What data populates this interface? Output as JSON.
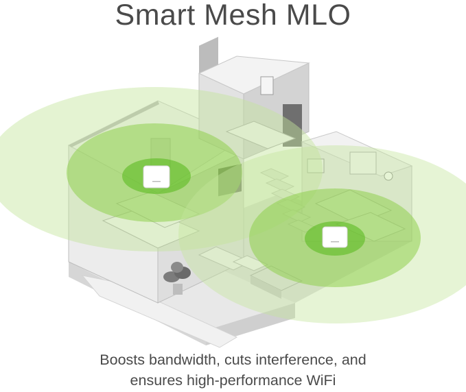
{
  "header": {
    "title": "Smart Mesh MLO"
  },
  "footer": {
    "line1": "Boosts bandwidth, cuts interference, and",
    "line2": "ensures high-performance WiFi"
  },
  "colors": {
    "text": "#4a4a4a",
    "coverage_outer": "#b9e08a",
    "coverage_mid": "#8fd14f",
    "coverage_inner": "#5dbb24",
    "wall": "#e6e6e6"
  }
}
